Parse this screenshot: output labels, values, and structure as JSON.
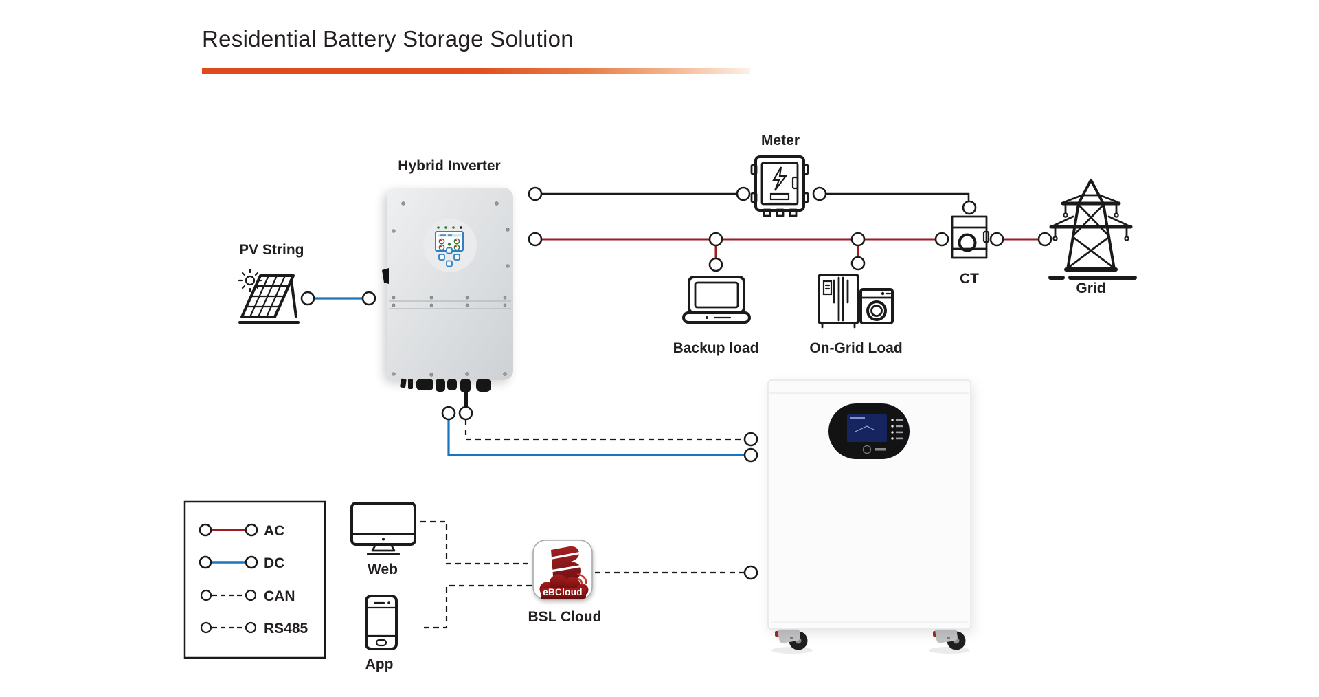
{
  "title": "Residential Battery Storage Solution",
  "nodes": {
    "pv_string": {
      "label": "PV String"
    },
    "hybrid_inverter": {
      "label": "Hybrid Inverter"
    },
    "meter": {
      "label": "Meter"
    },
    "ct": {
      "label": "CT"
    },
    "grid": {
      "label": "Grid"
    },
    "backup_load": {
      "label": "Backup load"
    },
    "on_grid_load": {
      "label": "On-Grid Load"
    },
    "web": {
      "label": "Web"
    },
    "app": {
      "label": "App"
    },
    "bsl_cloud": {
      "label": "BSL Cloud",
      "badge": "eBCloud"
    }
  },
  "legend": {
    "items": [
      {
        "label": "AC",
        "style": "solid",
        "color": "#9e1b21"
      },
      {
        "label": "DC",
        "style": "solid",
        "color": "#1b75bc"
      },
      {
        "label": "CAN",
        "style": "dashed",
        "color": "#1a1a1a"
      },
      {
        "label": "RS485",
        "style": "dashed",
        "color": "#1a1a1a"
      }
    ]
  },
  "colors": {
    "ac_line": "#9e1b21",
    "dc_line": "#1b75bc",
    "signal_line": "#1a1a1a",
    "accent_bar": "#e04a1c",
    "cloud_logo": "#8a1518"
  }
}
